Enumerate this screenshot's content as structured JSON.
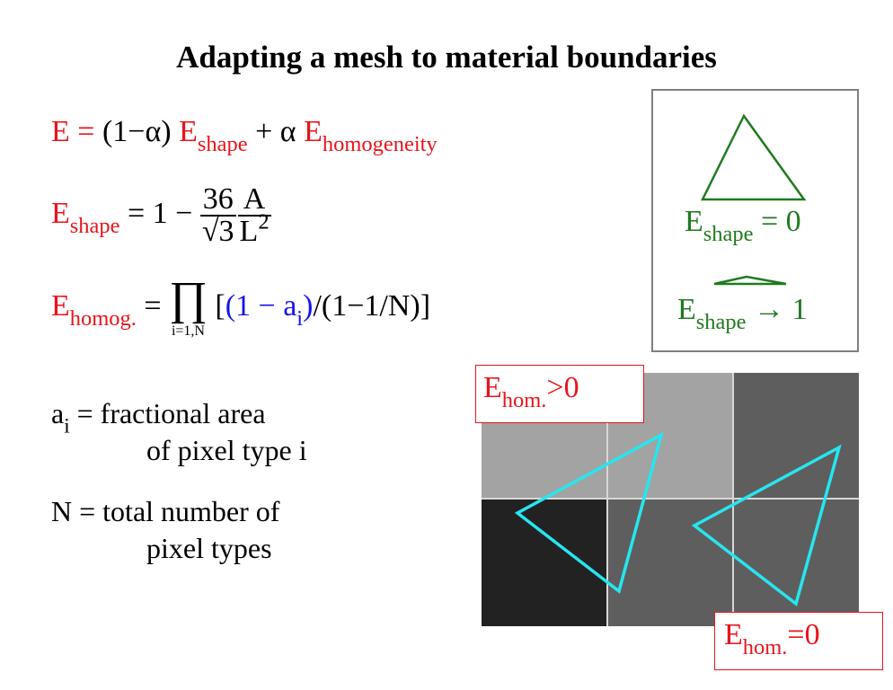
{
  "title": "Adapting a mesh to material boundaries",
  "eq1": {
    "E": "E",
    "equals": " = ",
    "one_minus_alpha": "(1−α) ",
    "E_shape_base": "E",
    "E_shape_sub": "shape",
    "plus_alpha": " + α ",
    "E_hom_base": "E",
    "E_hom_sub": "homogeneity"
  },
  "eq2": {
    "E_base": "E",
    "E_sub": "shape",
    "lhs": " = 1 − ",
    "num1": "36",
    "den1": "√3",
    "num2": "A",
    "den2_base": "L",
    "den2_sup": "2"
  },
  "eq3": {
    "E_base": "E",
    "E_sub": "homog.",
    "equals": " = ",
    "prod_symbol": "∏",
    "prod_limits": "i=1,N",
    "bracket_open": " [",
    "term_blue_a": "(1 − a",
    "term_blue_sub": "i",
    "term_blue_b": ")",
    "rest": "/(1−1/N)]"
  },
  "def_a": {
    "base": "a",
    "sub": "i",
    "line1_rest": " = fractional area",
    "line2": "of pixel type i"
  },
  "def_N": {
    "line1": "N = total number of",
    "line2": "pixel types"
  },
  "shape_box": {
    "label1_base": "E",
    "label1_sub": "shape",
    "label1_rest": " = 0",
    "label2_base": "E",
    "label2_sub": "shape",
    "label2_rest": " → 1"
  },
  "hom_labels": {
    "top_base": "E",
    "top_sub": "hom.",
    "top_rest": ">0",
    "bottom_base": "E",
    "bottom_sub": "hom.",
    "bottom_rest": "=0"
  },
  "colors": {
    "red": "#e8141c",
    "blue": "#1414e8",
    "green": "#1f7a1f",
    "cyan": "#26e6f0",
    "pixel_light": "#a3a3a3",
    "pixel_mid": "#5e5e5e",
    "pixel_dark": "#222222"
  }
}
